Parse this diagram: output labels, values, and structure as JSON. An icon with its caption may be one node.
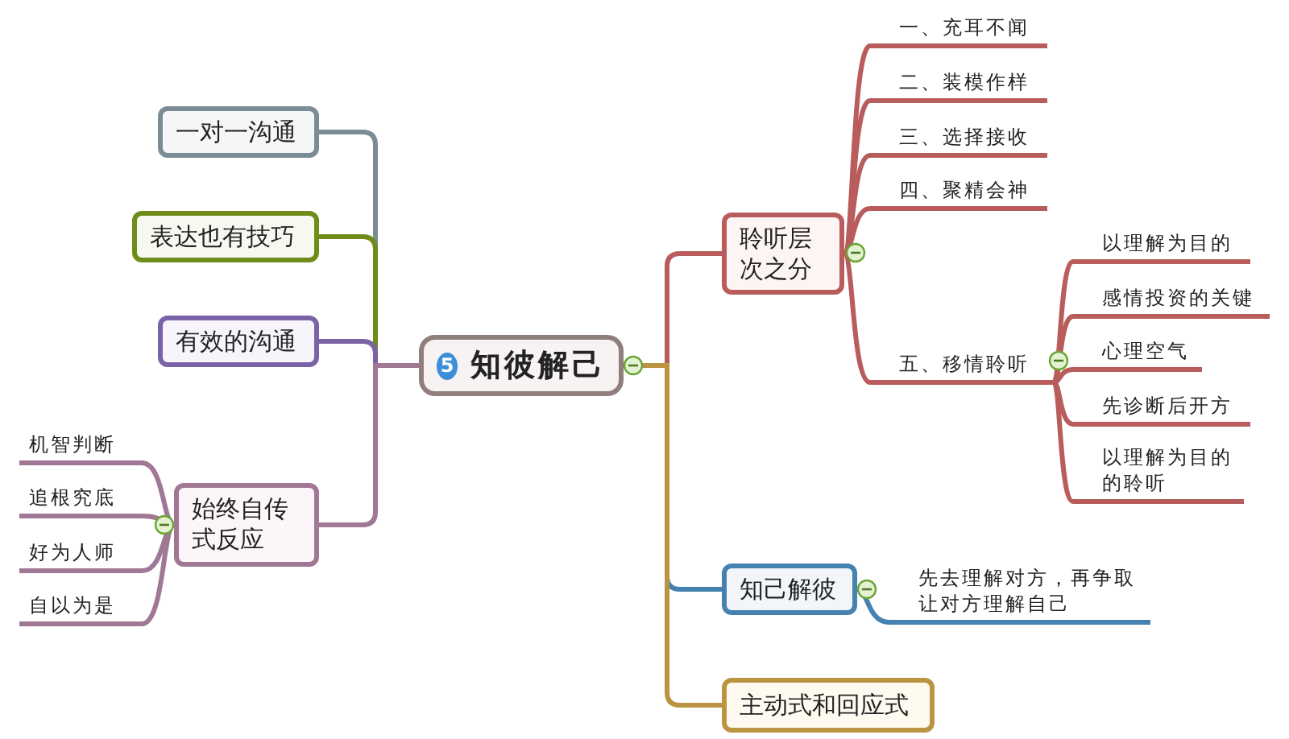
{
  "diagram": {
    "nodes": [
      {
        "text": [
          "5",
          "知彼解己"
        ]
      },
      {
        "text": [
          "一对一沟通"
        ]
      },
      {
        "text": [
          "表达也有技巧"
        ]
      },
      {
        "text": [
          "有效的沟通"
        ]
      },
      {
        "text": [
          "始终自传式反应"
        ]
      },
      {
        "text": [
          "机智判断"
        ]
      },
      {
        "text": [
          "追根究底"
        ]
      },
      {
        "text": [
          "好为人师"
        ]
      },
      {
        "text": [
          "自以为是"
        ]
      },
      {
        "text": [
          "聆听层次之分"
        ]
      },
      {
        "text": [
          "一、充耳不闻"
        ]
      },
      {
        "text": [
          "二、装模作样"
        ]
      },
      {
        "text": [
          "三、选择接收"
        ]
      },
      {
        "text": [
          "四、聚精会神"
        ]
      },
      {
        "text": [
          "五、移情聆听"
        ]
      },
      {
        "text": [
          "以理解为目的"
        ]
      },
      {
        "text": [
          "感情投资的关键"
        ]
      },
      {
        "text": [
          "心理空气"
        ]
      },
      {
        "text": [
          "先诊断后开方"
        ]
      },
      {
        "text": [
          "以理解为目的的聆听"
        ]
      },
      {
        "text": [
          "知己解彼"
        ]
      },
      {
        "text": [
          "先去理解对方，再争取让对方理解自己"
        ]
      },
      {
        "text": [
          "主动式和回应式"
        ]
      }
    ],
    "edges": [
      {
        "from": 0,
        "to": 1,
        "arrow": "none",
        "color": "#7b8c95"
      },
      {
        "from": 0,
        "to": 2,
        "arrow": "none",
        "color": "#6f8c1a"
      },
      {
        "from": 0,
        "to": 3,
        "arrow": "none",
        "color": "#7a62a6"
      },
      {
        "from": 0,
        "to": 4,
        "arrow": "none",
        "color": "#a07896"
      },
      {
        "from": 4,
        "to": 5,
        "arrow": "none",
        "color": "#a07896"
      },
      {
        "from": 4,
        "to": 6,
        "arrow": "none",
        "color": "#a07896"
      },
      {
        "from": 4,
        "to": 7,
        "arrow": "none",
        "color": "#a07896"
      },
      {
        "from": 4,
        "to": 8,
        "arrow": "none",
        "color": "#a07896"
      },
      {
        "from": 0,
        "to": 9,
        "arrow": "none"
      },
      {
        "from": 9,
        "to": 10,
        "arrow": "none"
      },
      {
        "from": 9,
        "to": 11,
        "arrow": "none"
      },
      {
        "from": 9,
        "to": 12,
        "arrow": "none"
      },
      {
        "from": 9,
        "to": 13,
        "arrow": "none"
      },
      {
        "from": 9,
        "to": 14,
        "arrow": "none"
      },
      {
        "from": 14,
        "to": 15,
        "arrow": "none"
      },
      {
        "from": 14,
        "to": 16,
        "arrow": "none"
      },
      {
        "from": 14,
        "to": 17,
        "arrow": "none"
      },
      {
        "from": 14,
        "to": 18,
        "arrow": "none"
      },
      {
        "from": 14,
        "to": 19,
        "arrow": "none"
      },
      {
        "from": 0,
        "to": 20,
        "arrow": "none",
        "color": "#4682b0"
      },
      {
        "from": 20,
        "to": 21,
        "arrow": "none",
        "color": "#4682b0"
      },
      {
        "from": 0,
        "to": 22,
        "arrow": "none",
        "color": "#bb9441"
      }
    ]
  }
}
